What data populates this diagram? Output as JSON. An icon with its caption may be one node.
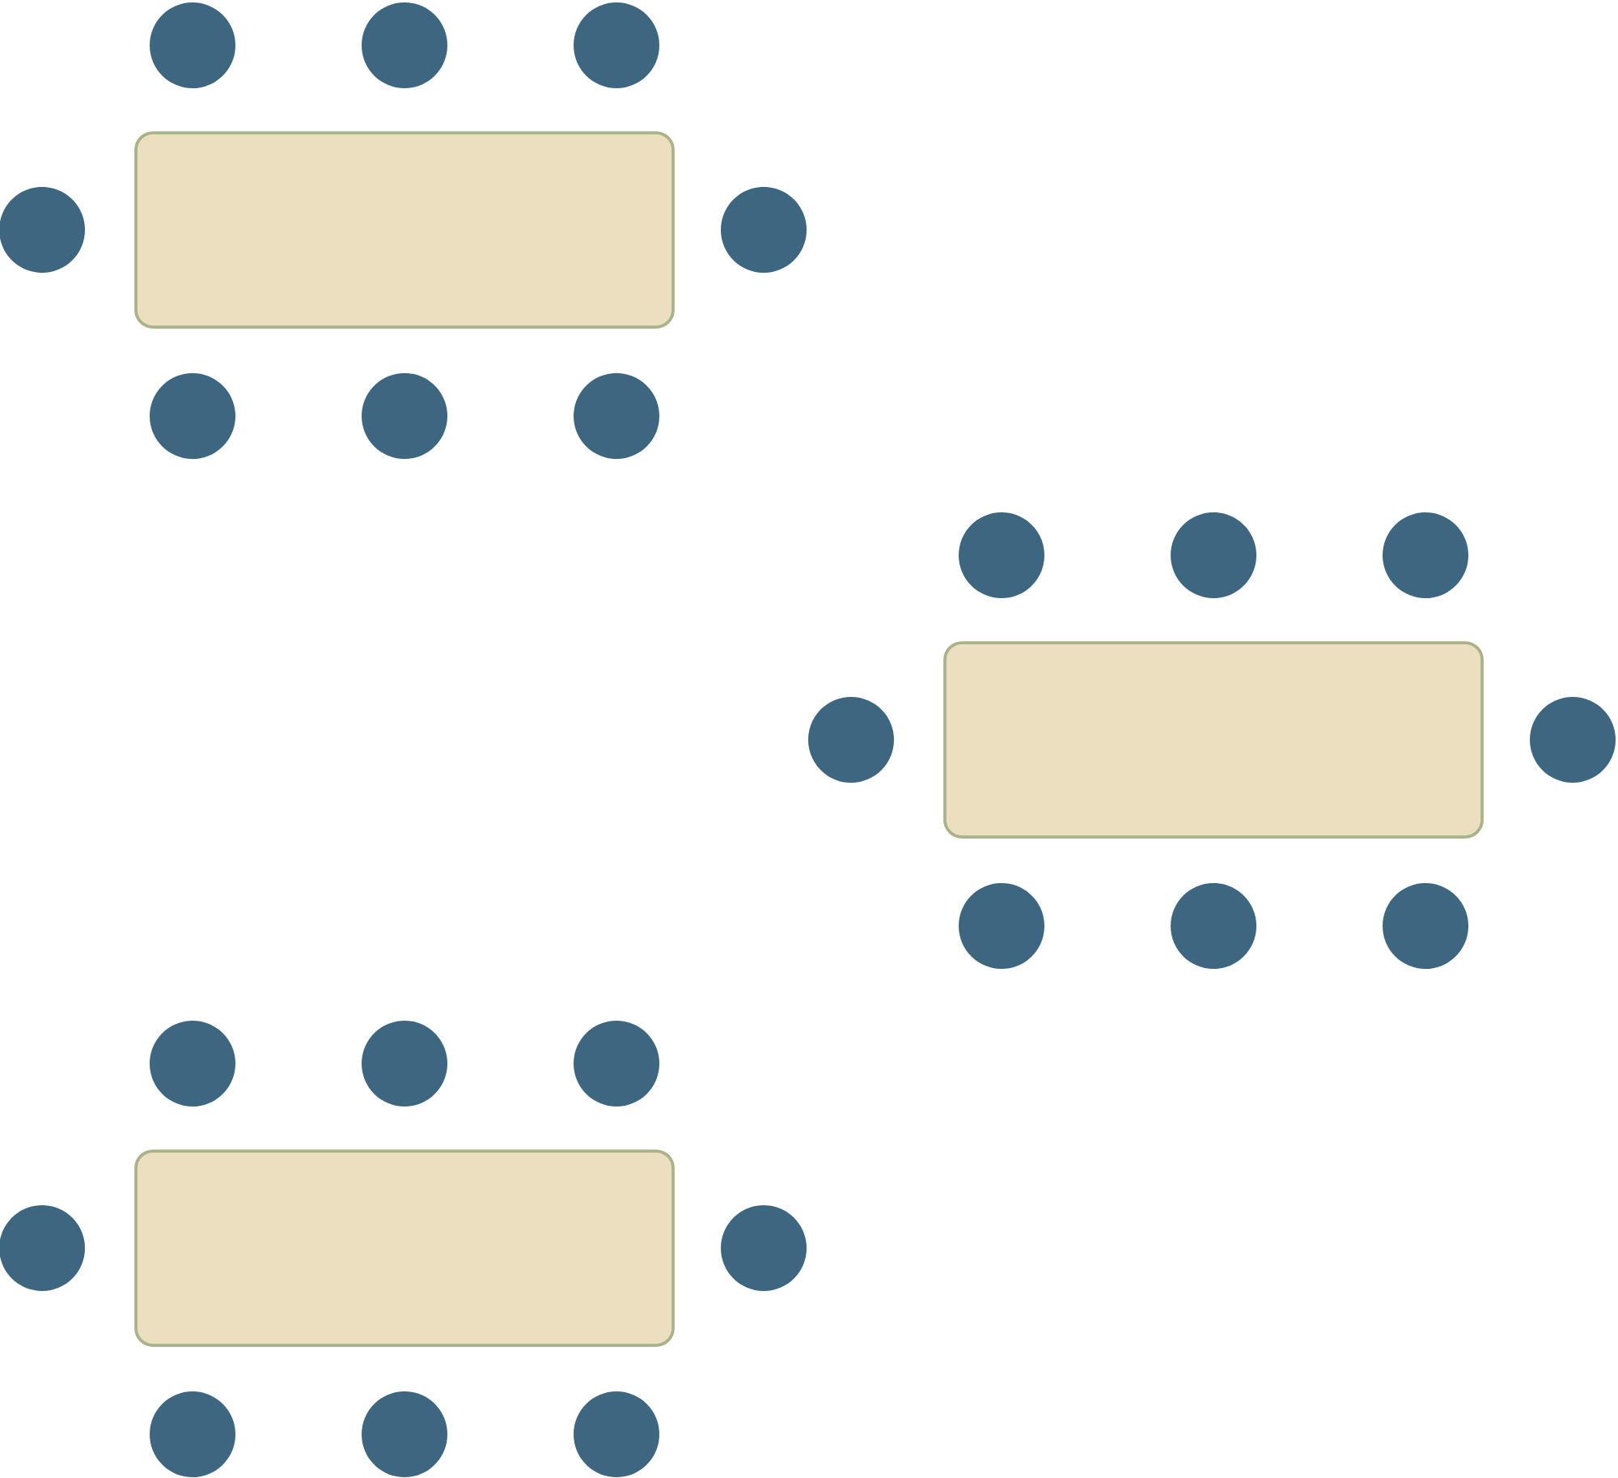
{
  "diagram": {
    "nodes": [
      {
        "text": [],
        "shape": "box"
      },
      {
        "text": [],
        "shape": "circle"
      },
      {
        "text": [],
        "shape": "circle"
      },
      {
        "text": [],
        "shape": "circle"
      },
      {
        "text": [],
        "shape": "circle"
      },
      {
        "text": [],
        "shape": "circle"
      },
      {
        "text": [],
        "shape": "circle"
      },
      {
        "text": [],
        "shape": "circle"
      },
      {
        "text": [],
        "shape": "circle"
      },
      {
        "text": [],
        "shape": "box"
      },
      {
        "text": [],
        "shape": "circle"
      },
      {
        "text": [],
        "shape": "circle"
      },
      {
        "text": [],
        "shape": "circle"
      },
      {
        "text": [],
        "shape": "circle"
      },
      {
        "text": [],
        "shape": "circle"
      },
      {
        "text": [],
        "shape": "circle"
      },
      {
        "text": [],
        "shape": "circle"
      },
      {
        "text": [],
        "shape": "circle"
      },
      {
        "text": [],
        "shape": "box"
      },
      {
        "text": [],
        "shape": "circle"
      },
      {
        "text": [],
        "shape": "circle"
      },
      {
        "text": [],
        "shape": "circle"
      },
      {
        "text": [],
        "shape": "circle"
      },
      {
        "text": [],
        "shape": "circle"
      },
      {
        "text": [],
        "shape": "circle"
      },
      {
        "text": [],
        "shape": "circle"
      },
      {
        "text": [],
        "shape": "circle"
      }
    ]
  }
}
